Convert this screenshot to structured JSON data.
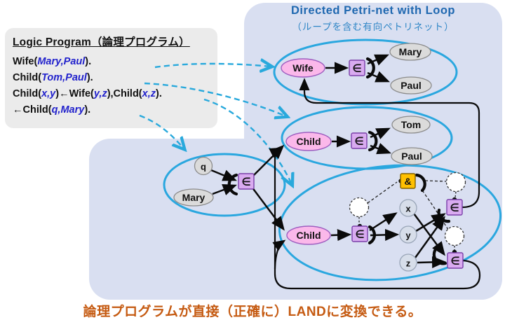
{
  "header": {
    "title": "Directed Petri-net with Loop",
    "subtitle": "（ループを含む有向ペトリネット）"
  },
  "logic_program": {
    "title": "Logic Program（論理プログラム）",
    "lines": [
      {
        "segments": [
          {
            "text": "Wife(",
            "style": "plain"
          },
          {
            "text": "Mary,Paul",
            "style": "var"
          },
          {
            "text": ").",
            "style": "plain"
          }
        ]
      },
      {
        "segments": [
          {
            "text": "Child(",
            "style": "plain"
          },
          {
            "text": "Tom,Paul",
            "style": "var"
          },
          {
            "text": ").",
            "style": "plain"
          }
        ]
      },
      {
        "segments": [
          {
            "text": "Child(",
            "style": "plain"
          },
          {
            "text": "x,y",
            "style": "var"
          },
          {
            "text": ")←Wife(",
            "style": "plain"
          },
          {
            "text": "y,z",
            "style": "var"
          },
          {
            "text": "),Child(",
            "style": "plain"
          },
          {
            "text": "x,z",
            "style": "var"
          },
          {
            "text": ").",
            "style": "plain"
          }
        ]
      },
      {
        "segments": [
          {
            "text": "←Child(",
            "style": "plain"
          },
          {
            "text": "q,Mary",
            "style": "var"
          },
          {
            "text": ").",
            "style": "plain"
          }
        ]
      }
    ]
  },
  "petri": {
    "labels": {
      "wife1": "Wife",
      "mary1": "Mary",
      "paul1": "Paul",
      "child2": "Child",
      "tom2": "Tom",
      "paul2": "Paul",
      "q": "q",
      "mary3": "Mary",
      "child3": "Child",
      "x": "x",
      "y": "y",
      "z": "z",
      "membership": "∈",
      "and": "&"
    }
  },
  "caption": "論理プログラムが直接（正確に）LANDに変換できる。",
  "colors": {
    "panel": "#D9DFF1",
    "ellipse_stroke": "#2AA7DF",
    "predicate_fill": "#FBB8EA",
    "predicate_stroke": "#9E5FC0",
    "constant_fill": "#DBDBDB",
    "variable_fill": "#D7DEEA",
    "membership_fill": "#D9ABF0",
    "membership_stroke": "#7A3FA8",
    "and_fill": "#FFC000",
    "dashed_arrow": "#29A9DC",
    "title_blue": "#1F68B0",
    "caption_orange": "#C55A11"
  }
}
